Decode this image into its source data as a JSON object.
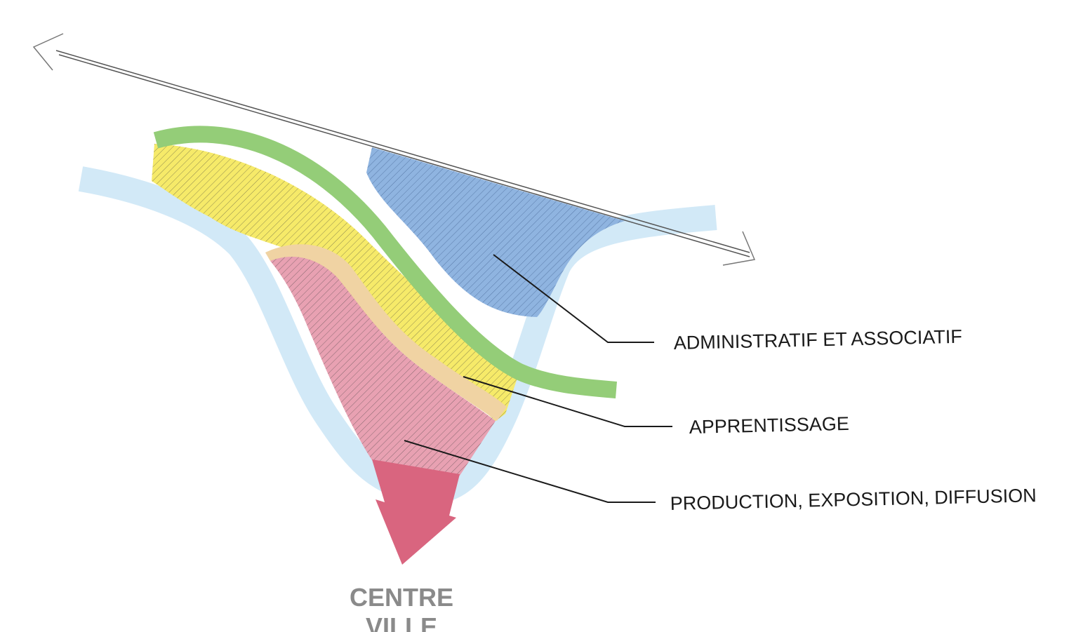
{
  "labels": {
    "administratif": "ADMINISTRATIF ET ASSOCIATIF",
    "apprentissage": "APPRENTISSAGE",
    "production": "PRODUCTION, EXPOSITION, DIFFUSION"
  },
  "destination": {
    "line1": "CENTRE",
    "line2": "VILLE"
  },
  "colors": {
    "river": "#d2e9f7",
    "green": "#94cd78",
    "yellow": "#f6ea69",
    "beige": "#f0d3a3",
    "pink": "#e8a1b2",
    "blue": "#8fb4e0",
    "arrow": "#d9657f",
    "axis": "#555555",
    "text_grey": "#8a8a8a"
  }
}
